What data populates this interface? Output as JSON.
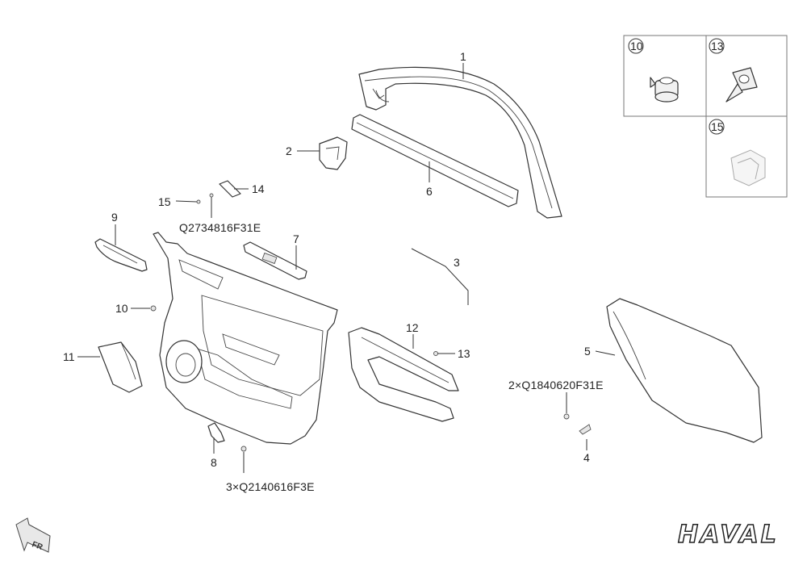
{
  "diagram": {
    "callouts": {
      "c1": "1",
      "c2": "2",
      "c3": "3",
      "c4": "4",
      "c5": "5",
      "c6": "6",
      "c7": "7",
      "c8": "8",
      "c9": "9",
      "c10": "10",
      "c11": "11",
      "c12": "12",
      "c13": "13",
      "c14": "14",
      "c15": "15"
    },
    "codes": {
      "code14": "Q2734816F31E",
      "code4": "2×Q1840620F31E",
      "code8": "3×Q2140616F3E"
    },
    "inset": {
      "cell10": "10",
      "cell13": "13",
      "cell15": "15"
    },
    "orientation": "FR",
    "brand": "HAVAL"
  }
}
